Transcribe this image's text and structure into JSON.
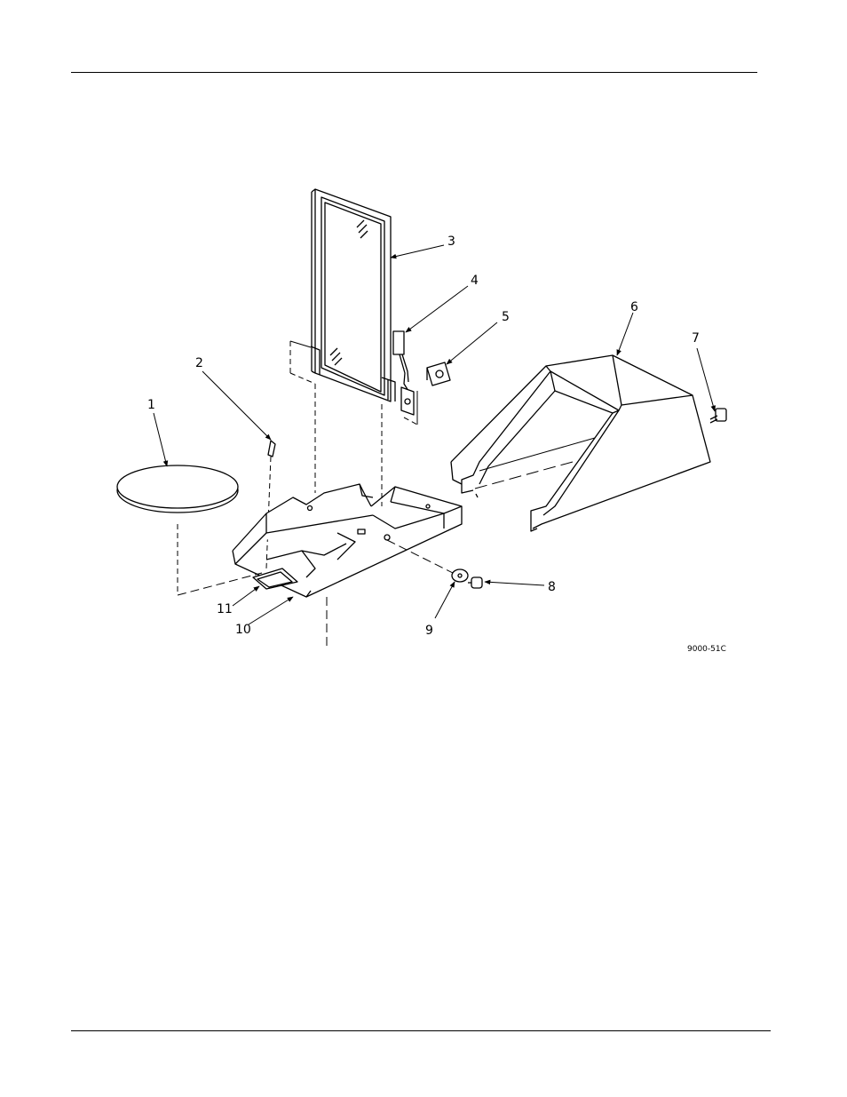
{
  "diagram": {
    "callouts": [
      {
        "id": "1",
        "text": "1"
      },
      {
        "id": "2",
        "text": "2"
      },
      {
        "id": "3",
        "text": "3"
      },
      {
        "id": "4",
        "text": "4"
      },
      {
        "id": "5",
        "text": "5"
      },
      {
        "id": "6",
        "text": "6"
      },
      {
        "id": "7",
        "text": "7"
      },
      {
        "id": "8",
        "text": "8"
      },
      {
        "id": "9",
        "text": "9"
      },
      {
        "id": "10",
        "text": "10"
      },
      {
        "id": "11",
        "text": "11"
      }
    ],
    "drawing_number": "9000-51C"
  }
}
